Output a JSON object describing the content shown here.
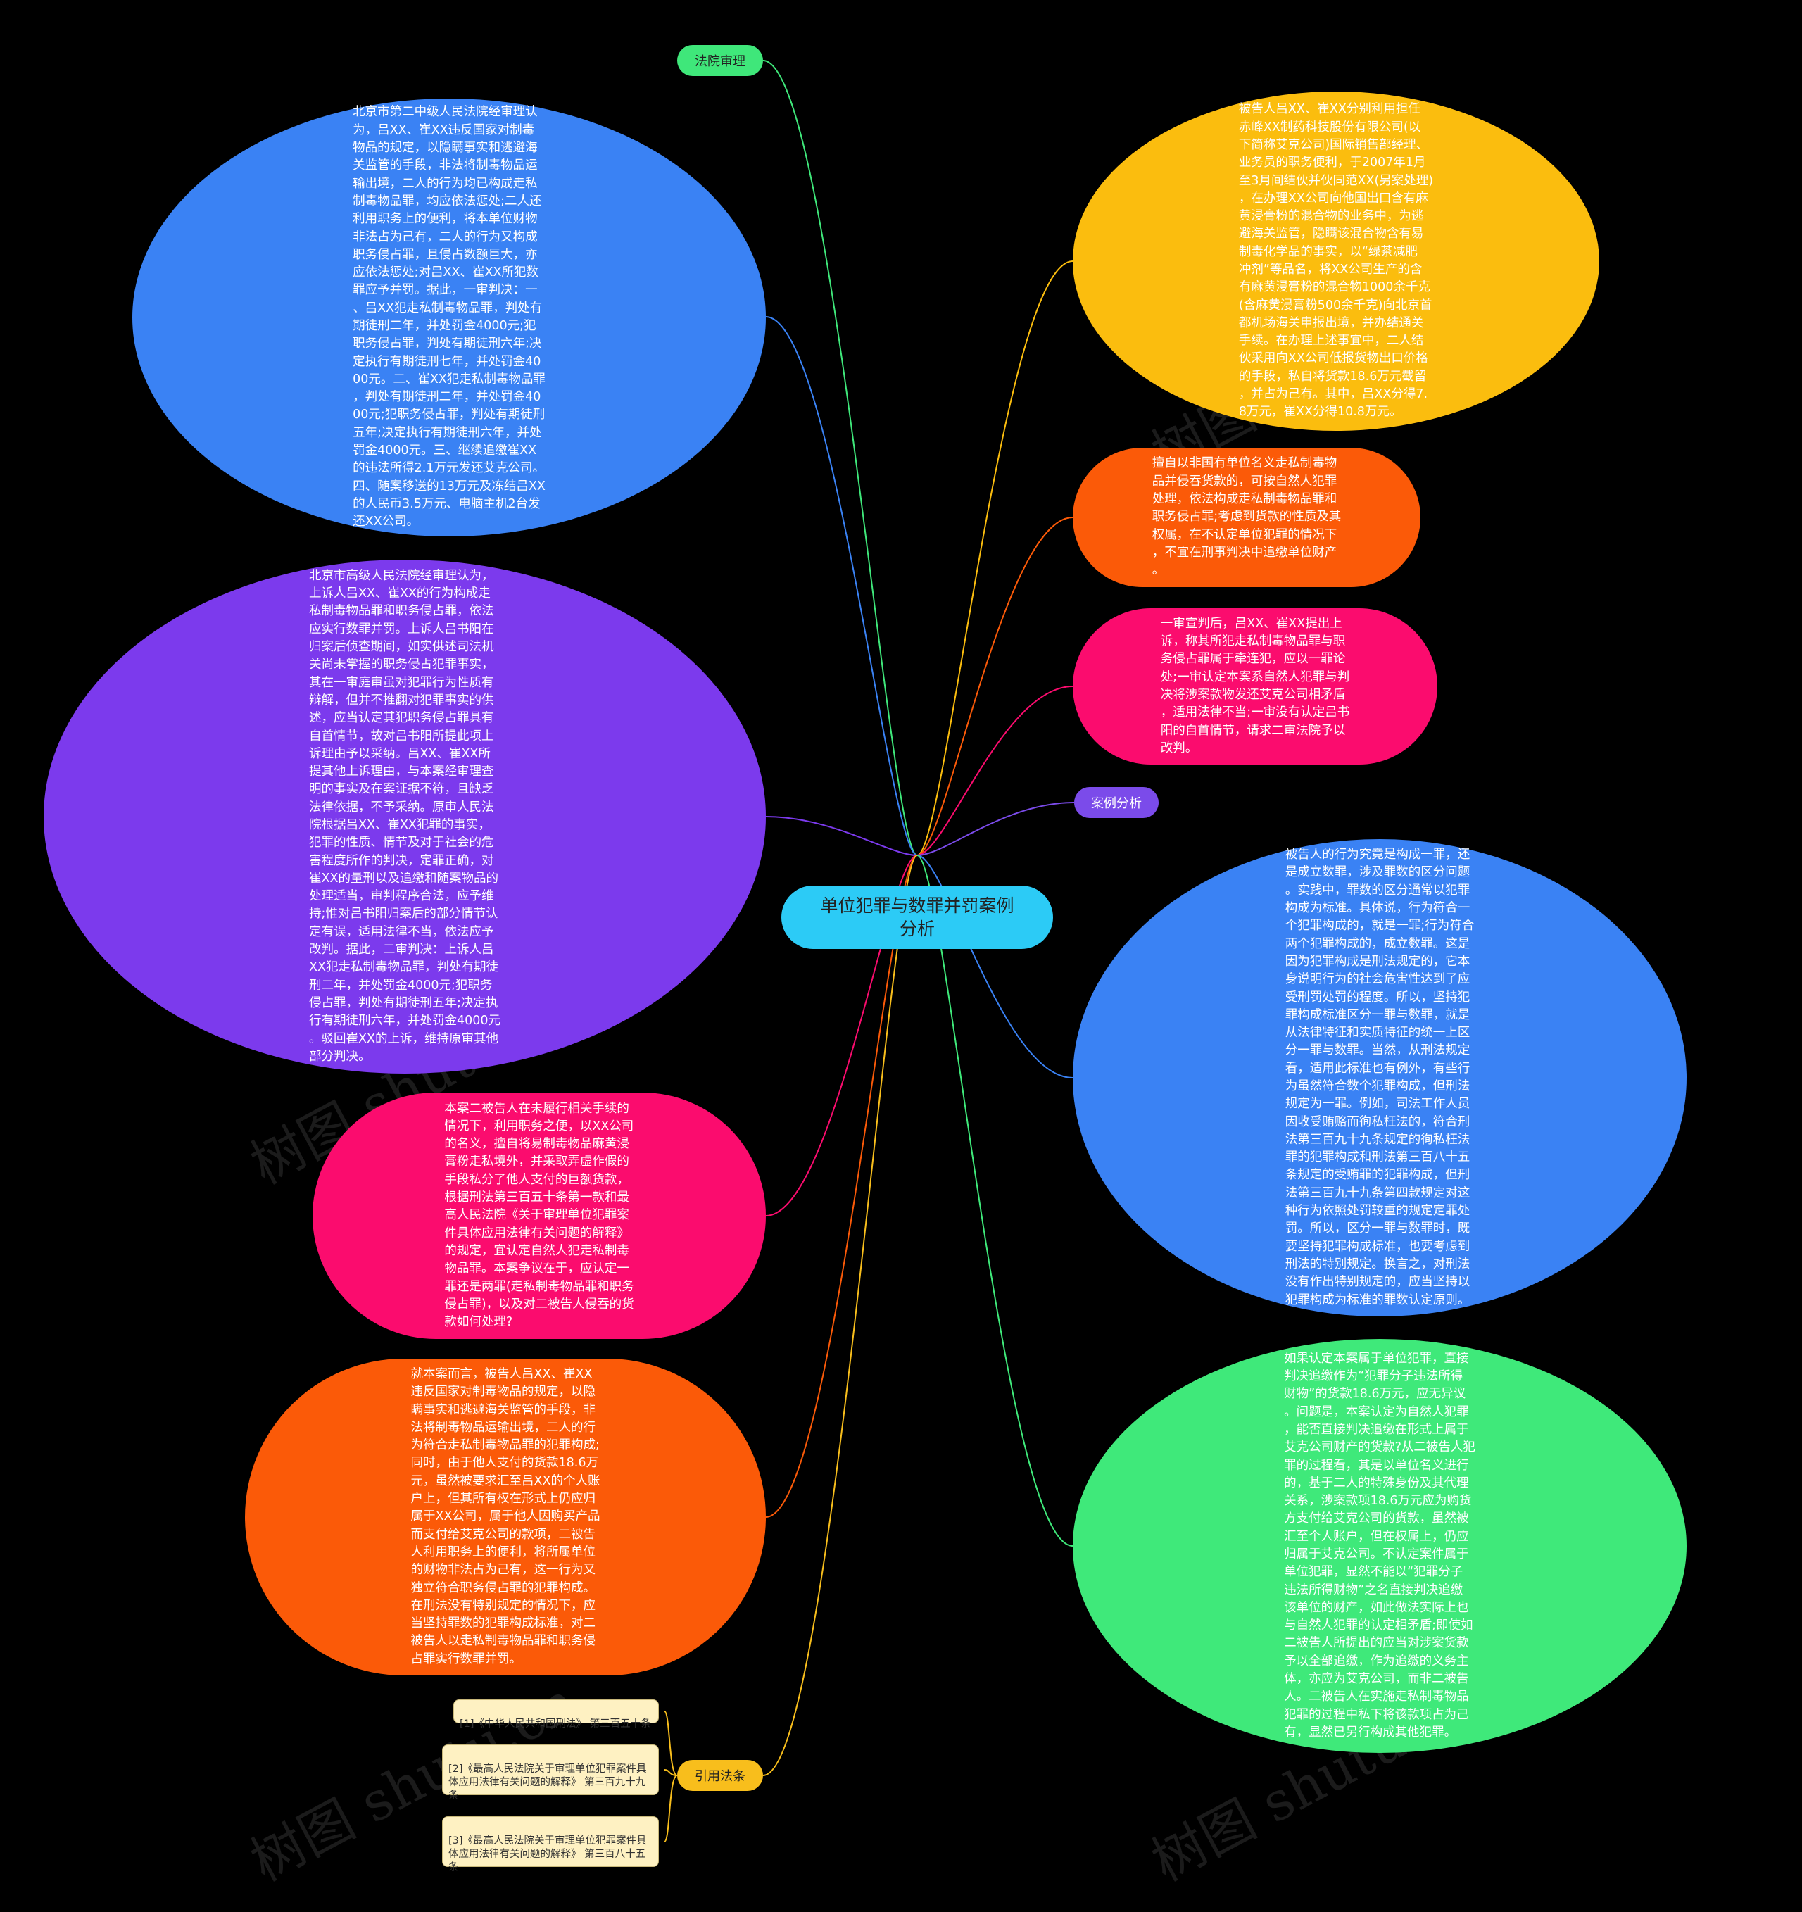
{
  "center": {
    "label": "单位犯罪与数罪并罚案例\n分析"
  },
  "branches": {
    "court": {
      "label": "法院审理",
      "color": "#3fe77a"
    },
    "analysis": {
      "label": "案例分析",
      "color": "#7b4bea"
    },
    "laws": {
      "label": "引用法条",
      "color": "#f8be1c"
    }
  },
  "left_nodes": [
    {
      "color": "#3a82f4",
      "text": "北京市第二中级人民法院经审理认\n为，吕XX、崔XX违反国家对制毒\n物品的规定，以隐瞒事实和逃避海\n关监管的手段，非法将制毒物品运\n输出境，二人的行为均已构成走私\n制毒物品罪，均应依法惩处;二人还\n利用职务上的便利，将本单位财物\n非法占为己有，二人的行为又构成\n职务侵占罪，且侵占数额巨大，亦\n应依法惩处;对吕XX、崔XX所犯数\n罪应予并罚。据此，一审判决：一\n、吕XX犯走私制毒物品罪，判处有\n期徒刑二年，并处罚金4000元;犯\n职务侵占罪，判处有期徒刑六年;决\n定执行有期徒刑七年，并处罚金40\n00元。二、崔XX犯走私制毒物品罪\n，判处有期徒刑二年，并处罚金40\n00元;犯职务侵占罪，判处有期徒刑\n五年;决定执行有期徒刑六年，并处\n罚金4000元。三、继续追缴崔XX\n的违法所得2.1万元发还艾克公司。\n四、随案移送的13万元及冻结吕XX\n的人民币3.5万元、电脑主机2台发\n还XX公司。"
    },
    {
      "color": "#7c3aed",
      "text": "北京市高级人民法院经审理认为，\n上诉人吕XX、崔XX的行为构成走\n私制毒物品罪和职务侵占罪，依法\n应实行数罪并罚。上诉人吕书阳在\n归案后侦查期间，如实供述司法机\n关尚未掌握的职务侵占犯罪事实，\n其在一审庭审虽对犯罪行为性质有\n辩解，但并不推翻对犯罪事实的供\n述，应当认定其犯职务侵占罪具有\n自首情节，故对吕书阳所提此项上\n诉理由予以采纳。吕XX、崔XX所\n提其他上诉理由，与本案经审理查\n明的事实及在案证据不符，且缺乏\n法律依据，不予采纳。原审人民法\n院根据吕XX、崔XX犯罪的事实，\n犯罪的性质、情节及对于社会的危\n害程度所作的判决，定罪正确，对\n崔XX的量刑以及追缴和随案物品的\n处理适当，审判程序合法，应予维\n持;惟对吕书阳归案后的部分情节认\n定有误，适用法律不当，依法应予\n改判。据此，二审判决：上诉人吕\nXX犯走私制毒物品罪，判处有期徒\n刑二年，并处罚金4000元;犯职务\n侵占罪，判处有期徒刑五年;决定执\n行有期徒刑六年，并处罚金4000元\n。驳回崔XX的上诉，维持原审其他\n部分判决。"
    },
    {
      "color": "#fb0c6e",
      "text": "本案二被告人在未履行相关手续的\n情况下，利用职务之便，以XX公司\n的名义，擅自将易制毒物品麻黄浸\n膏粉走私境外，并采取弄虚作假的\n手段私分了他人支付的巨额货款，\n根据刑法第三百五十条第一款和最\n高人民法院《关于审理单位犯罪案\n件具体应用法律有关问题的解释》\n的规定，宜认定自然人犯走私制毒\n物品罪。本案争议在于，应认定一\n罪还是两罪(走私制毒物品罪和职务\n侵占罪)，以及对二被告人侵吞的货\n款如何处理?"
    },
    {
      "color": "#fb5a08",
      "text": "就本案而言，被告人吕XX、崔XX\n违反国家对制毒物品的规定，以隐\n瞒事实和逃避海关监管的手段，非\n法将制毒物品运输出境，二人的行\n为符合走私制毒物品罪的犯罪构成;\n同时，由于他人支付的货款18.6万\n元，虽然被要求汇至吕XX的个人账\n户上，但其所有权在形式上仍应归\n属于XX公司，属于他人因购买产品\n而支付给艾克公司的款项，二被告\n人利用职务上的便利，将所属单位\n的财物非法占为己有，这一行为又\n独立符合职务侵占罪的犯罪构成。\n在刑法没有特别规定的情况下，应\n当坚持罪数的犯罪构成标准，对二\n被告人以走私制毒物品罪和职务侵\n占罪实行数罪并罚。"
    }
  ],
  "right_nodes": [
    {
      "color": "#fbbd0e",
      "text": "被告人吕XX、崔XX分别利用担任\n赤峰XX制药科技股份有限公司(以\n下简称艾克公司)国际销售部经理、\n业务员的职务便利，于2007年1月\n至3月间结伙并伙同范XX(另案处理)\n，在办理XX公司向他国出口含有麻\n黄浸膏粉的混合物的业务中，为逃\n避海关监管，隐瞒该混合物含有易\n制毒化学品的事实，以“绿茶减肥\n冲剂”等品名，将XX公司生产的含\n有麻黄浸膏粉的混合物1000余千克\n(含麻黄浸膏粉500余千克)向北京首\n都机场海关申报出境，并办结通关\n手续。在办理上述事宜中，二人结\n伙采用向XX公司低报货物出口价格\n的手段，私自将货款18.6万元截留\n，并占为己有。其中，吕XX分得7.\n8万元，崔XX分得10.8万元。"
    },
    {
      "color": "#fb5a08",
      "text": "擅自以非国有单位名义走私制毒物\n品并侵吞货款的，可按自然人犯罪\n处理，依法构成走私制毒物品罪和\n职务侵占罪;考虑到货款的性质及其\n权属，在不认定单位犯罪的情况下\n，不宜在刑事判决中追缴单位财产\n。"
    },
    {
      "color": "#fb0c6e",
      "text": "一审宣判后，吕XX、崔XX提出上\n诉，称其所犯走私制毒物品罪与职\n务侵占罪属于牵连犯，应以一罪论\n处;一审认定本案系自然人犯罪与判\n决将涉案款物发还艾克公司相矛盾\n，适用法律不当;一审没有认定吕书\n阳的自首情节，请求二审法院予以\n改判。"
    },
    {
      "color": "#3a82f4",
      "text": "被告人的行为究竟是构成一罪，还\n是成立数罪，涉及罪数的区分问题\n。实践中，罪数的区分通常以犯罪\n构成为标准。具体说，行为符合一\n个犯罪构成的，就是一罪;行为符合\n两个犯罪构成的，成立数罪。这是\n因为犯罪构成是刑法规定的，它本\n身说明行为的社会危害性达到了应\n受刑罚处罚的程度。所以，坚持犯\n罪构成标准区分一罪与数罪，就是\n从法律特征和实质特征的统一上区\n分一罪与数罪。当然，从刑法规定\n看，适用此标准也有例外，有些行\n为虽然符合数个犯罪构成，但刑法\n规定为一罪。例如，司法工作人员\n因收受贿赂而徇私枉法的，符合刑\n法第三百九十九条规定的徇私枉法\n罪的犯罪构成和刑法第三百八十五\n条规定的受贿罪的犯罪构成，但刑\n法第三百九十九条第四款规定对这\n种行为依照处罚较重的规定定罪处\n罚。所以，区分一罪与数罪时，既\n要坚持犯罪构成标准，也要考虑到\n刑法的特别规定。换言之，对刑法\n没有作出特别规定的，应当坚持以\n犯罪构成为标准的罪数认定原则。"
    },
    {
      "color": "#3fe97a",
      "text": "如果认定本案属于单位犯罪，直接\n判决追缴作为“犯罪分子违法所得\n财物”的货款18.6万元，应无异议\n。问题是，本案认定为自然人犯罪\n，能否直接判决追缴在形式上属于\n艾克公司财产的货款?从二被告人犯\n罪的过程看，其是以单位名义进行\n的，基于二人的特殊身份及其代理\n关系，涉案款项18.6万元应为购货\n方支付给艾克公司的货款，虽然被\n汇至个人账户，但在权属上，仍应\n归属于艾克公司。不认定案件属于\n单位犯罪，显然不能以“犯罪分子\n违法所得财物”之名直接判决追缴\n该单位的财产，如此做法实际上也\n与自然人犯罪的认定相矛盾;即使如\n二被告人所提出的应当对涉案货款\n予以全部追缴，作为追缴的义务主\n体，亦应为艾克公司，而非二被告\n人。二被告人在实施走私制毒物品\n犯罪的过程中私下将该款项占为己\n有，显然已另行构成其他犯罪。"
    }
  ],
  "references": [
    "[1]《中华人民共和国刑法》 第三百五十条",
    "[2]《最高人民法院关于审理单位犯罪案件具\n体应用法律有关问题的解释》 第三百九十九\n条",
    "[3]《最高人民法院关于审理单位犯罪案件具\n体应用法律有关问题的解释》 第三百八十五\n条"
  ],
  "watermark": "树图 shutu.cn",
  "link_colors": [
    "#3fe77a",
    "#3a82f4",
    "#7c3aed",
    "#fb0c6e",
    "#fb5a08",
    "#fbbd0e",
    "#fb5a08",
    "#fb0c6e",
    "#7b4bea",
    "#3a82f4",
    "#3fe97a",
    "#f8be1c"
  ]
}
